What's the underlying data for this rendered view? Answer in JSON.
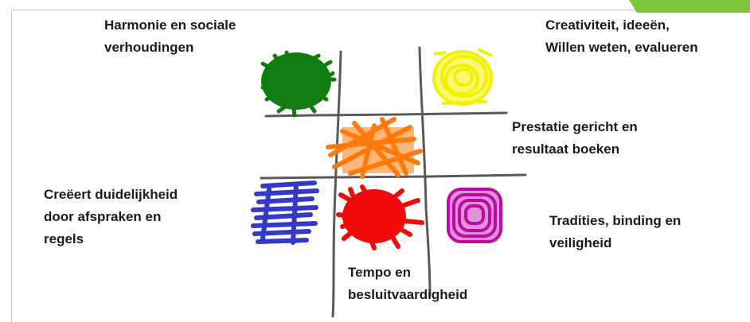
{
  "labels": {
    "harmonie": [
      "Harmonie en sociale",
      "verhoudingen"
    ],
    "creativiteit": [
      "Creativiteit, ideeën,",
      "Willen weten, evalueren"
    ],
    "prestatie": [
      "Prestatie gericht en",
      "resultaat boeken"
    ],
    "duidelijkheid": [
      "Creëert duidelijkheid",
      "door afspraken en",
      "regels"
    ],
    "tradities": [
      "Tradities, binding en",
      "veiligheid"
    ],
    "tempo": [
      "Tempo en",
      "besluitvaardigheid"
    ]
  },
  "colors": {
    "green": "#117d11",
    "yellow": "#f2f200",
    "orange": "#ff7a0a",
    "blue": "#3439c8",
    "red": "#f10a0a",
    "purple": "#bd0aa4",
    "grid": "#5a5a5a",
    "accent": "#7dc83c"
  }
}
